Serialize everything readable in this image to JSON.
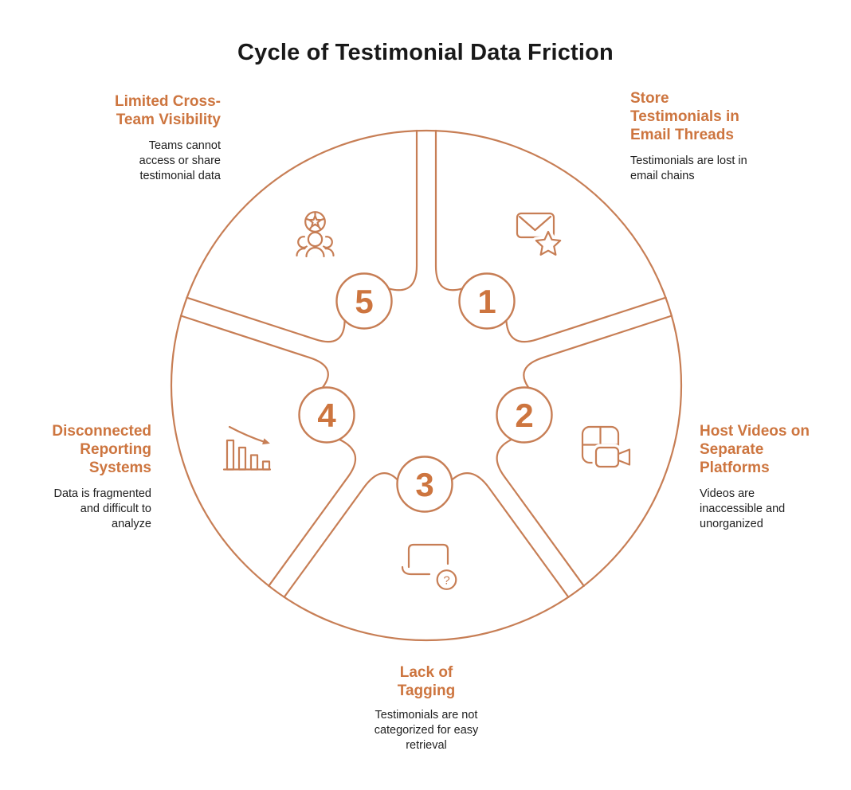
{
  "title": "Cycle of Testimonial Data Friction",
  "colors": {
    "accent": "#CD753F",
    "line": "#C77E55",
    "ink": "#191919",
    "background": "#FFFFFF"
  },
  "segments": [
    {
      "number": "1",
      "title": "Store Testimonials in Email Threads",
      "description": "Testimonials are lost in email chains",
      "icon": "email-star-icon"
    },
    {
      "number": "2",
      "title": "Host Videos on Separate Platforms",
      "description": "Videos are inaccessible and unorganized",
      "icon": "video-platforms-icon"
    },
    {
      "number": "3",
      "title": "Lack of Tagging",
      "description": "Testimonials are not categorized for easy retrieval",
      "icon": "laptop-question-icon"
    },
    {
      "number": "4",
      "title": "Disconnected Reporting Systems",
      "description": "Data is fragmented and difficult to analyze",
      "icon": "declining-chart-icon"
    },
    {
      "number": "5",
      "title": "Limited Cross-Team Visibility",
      "description": "Teams cannot access or share testimonial data",
      "icon": "team-visibility-icon"
    }
  ],
  "icons": {
    "laptop_question_mark": "?"
  }
}
